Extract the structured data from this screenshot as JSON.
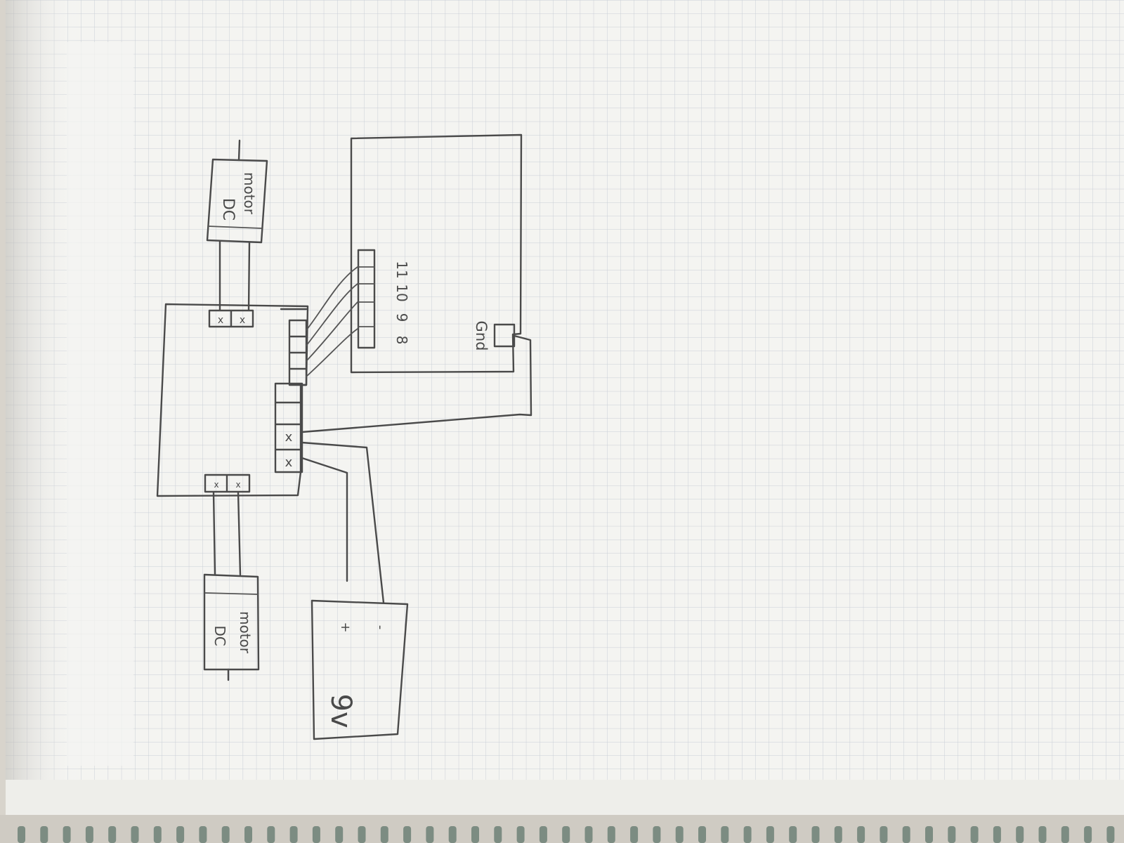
{
  "diagram": {
    "motor_top": {
      "line1": "DC",
      "line2": "motor"
    },
    "motor_bottom": {
      "line1": "DC",
      "line2": "motor"
    },
    "battery": {
      "label": "9v",
      "plus": "+",
      "minus": "-"
    },
    "arduino": {
      "pin_8": "8",
      "pin_9": "9",
      "pin_10": "10",
      "pin_11": "11",
      "gnd": "Gnd"
    },
    "driver": {
      "terminal_mark": "x"
    }
  },
  "colors": {
    "paper": "#f4f4f1",
    "grid": "#c9ced6",
    "ink": "#4a4a4a",
    "spiral": "#7c8c82"
  }
}
